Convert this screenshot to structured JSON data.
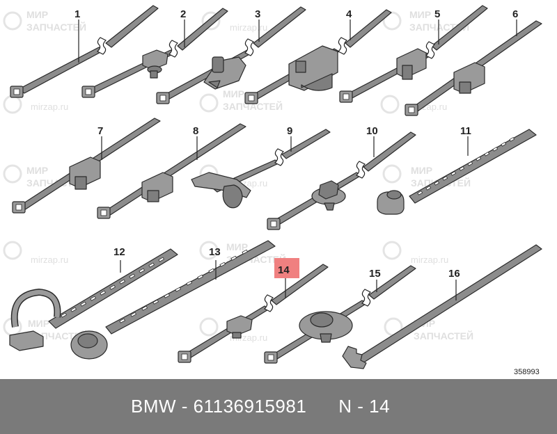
{
  "diagram": {
    "item_numbers": [
      "1",
      "2",
      "3",
      "4",
      "5",
      "6",
      "7",
      "8",
      "9",
      "10",
      "11",
      "12",
      "13",
      "14",
      "15",
      "16"
    ],
    "highlighted_item": "14",
    "highlight_color": "#f08080",
    "reference_number": "358993",
    "watermark": {
      "brand_line1": "МИР",
      "brand_line2": "ЗАПЧАСТЕЙ",
      "site": "mirzap.ru"
    }
  },
  "footer": {
    "part_label": "BMW - 61136915981",
    "position_label": "N - 14"
  }
}
